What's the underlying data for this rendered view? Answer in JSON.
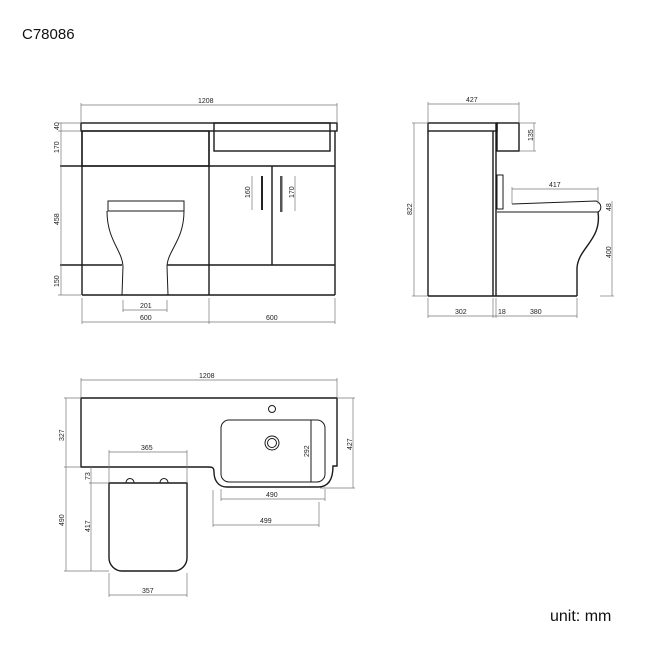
{
  "header": {
    "product_code": "C78086"
  },
  "footer": {
    "unit_label": "unit: mm"
  },
  "front_view": {
    "overall_width": "1208",
    "left_section_width": "600",
    "right_section_width": "600",
    "worktop_thickness": "40",
    "upper_panel_height": "170",
    "door_height": "458",
    "plinth_height": "150",
    "toilet_base_width": "201",
    "handle_left_length": "160",
    "handle_right_length": "170"
  },
  "side_view": {
    "overall_depth": "427",
    "overall_height": "822",
    "basin_height": "135",
    "toilet_seat_length": "417",
    "seat_thickness": "48",
    "pan_height": "400",
    "cabinet_depth": "302",
    "panel_gap": "18",
    "pan_depth": "380"
  },
  "plan_view": {
    "overall_width": "1208",
    "worktop_depth": "327",
    "basin_depth": "427",
    "basin_bowl_depth": "292",
    "basin_bowl_width": "490",
    "basin_projection_width": "499",
    "toilet_cistern_width": "365",
    "toilet_gap": "73",
    "toilet_length": "417",
    "toilet_total_projection": "490",
    "toilet_seat_width": "357"
  }
}
